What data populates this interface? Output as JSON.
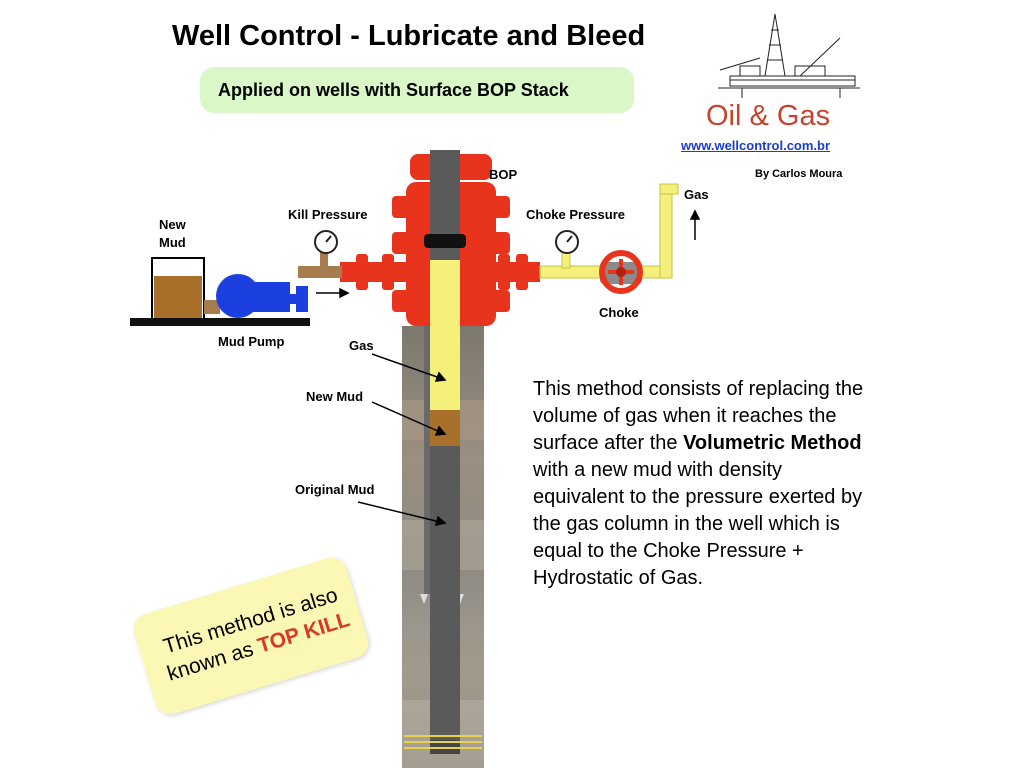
{
  "title": "Well Control - Lubricate and Bleed",
  "subtitle": "Applied on wells with Surface BOP Stack",
  "logo": {
    "brand": "Oil & Gas",
    "website": "www.wellcontrol.com.br",
    "author": "By Carlos Moura",
    "brand_color": "#c8432f"
  },
  "labels": {
    "bop": "BOP",
    "kill_pressure": "Kill Pressure",
    "choke_pressure": "Choke Pressure",
    "new_mud_tank_line1": "New",
    "new_mud_tank_line2": "Mud",
    "mud_pump": "Mud Pump",
    "choke": "Choke",
    "gas_outlet": "Gas",
    "gas_in_well": "Gas",
    "new_mud_in_well": "New Mud",
    "original_mud": "Original Mud"
  },
  "description": {
    "part1": "This method consists of replacing the volume of gas when it reaches the surface after the ",
    "bold": "Volumetric Method",
    "part2": " with a new mud with density equivalent to the pressure exerted by the gas column in the well which is equal to the Choke Pressure + Hydrostatic of Gas."
  },
  "note": {
    "text": "This method is also known as ",
    "emphasis": "TOP KILL"
  },
  "colors": {
    "bop_red": "#e8341c",
    "gas_yellow": "#f5f07a",
    "new_mud_brown": "#a8702a",
    "pump_blue": "#1c3fe0",
    "kill_line_brown": "#a67c4e"
  }
}
